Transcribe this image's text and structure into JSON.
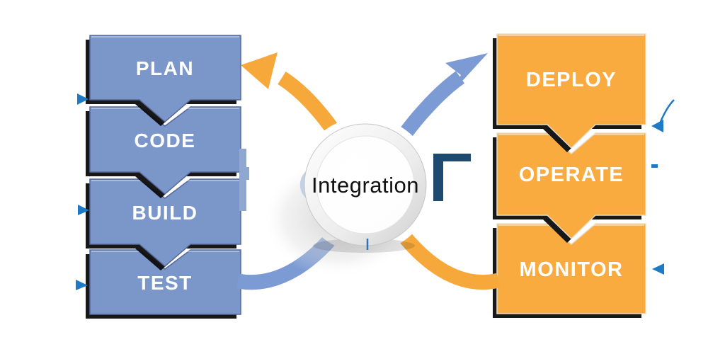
{
  "diagram": {
    "center": {
      "label": "Integration"
    },
    "left_column": {
      "items": [
        {
          "label": "PLAN"
        },
        {
          "label": "CODE"
        },
        {
          "label": "BUILD"
        },
        {
          "label": "TEST"
        }
      ]
    },
    "right_column": {
      "items": [
        {
          "label": "DEPLOY"
        },
        {
          "label": "OPERATE"
        },
        {
          "label": "MONITOR"
        }
      ]
    },
    "colors": {
      "left_box": "#7B97CA",
      "left_box_border": "#56699a",
      "right_box": "#F9AB40",
      "right_box_border": "#e8ddc8",
      "arrow_blue": "#7C9BD4",
      "arrow_orange": "#F6A83B",
      "small_arrow_blue": "#1E7AC4",
      "fragment_navy": "#1D4A6E",
      "fragment_light_blue": "#8EA8D1",
      "label_text": "#FFFFFF",
      "center_text": "#111111"
    }
  }
}
